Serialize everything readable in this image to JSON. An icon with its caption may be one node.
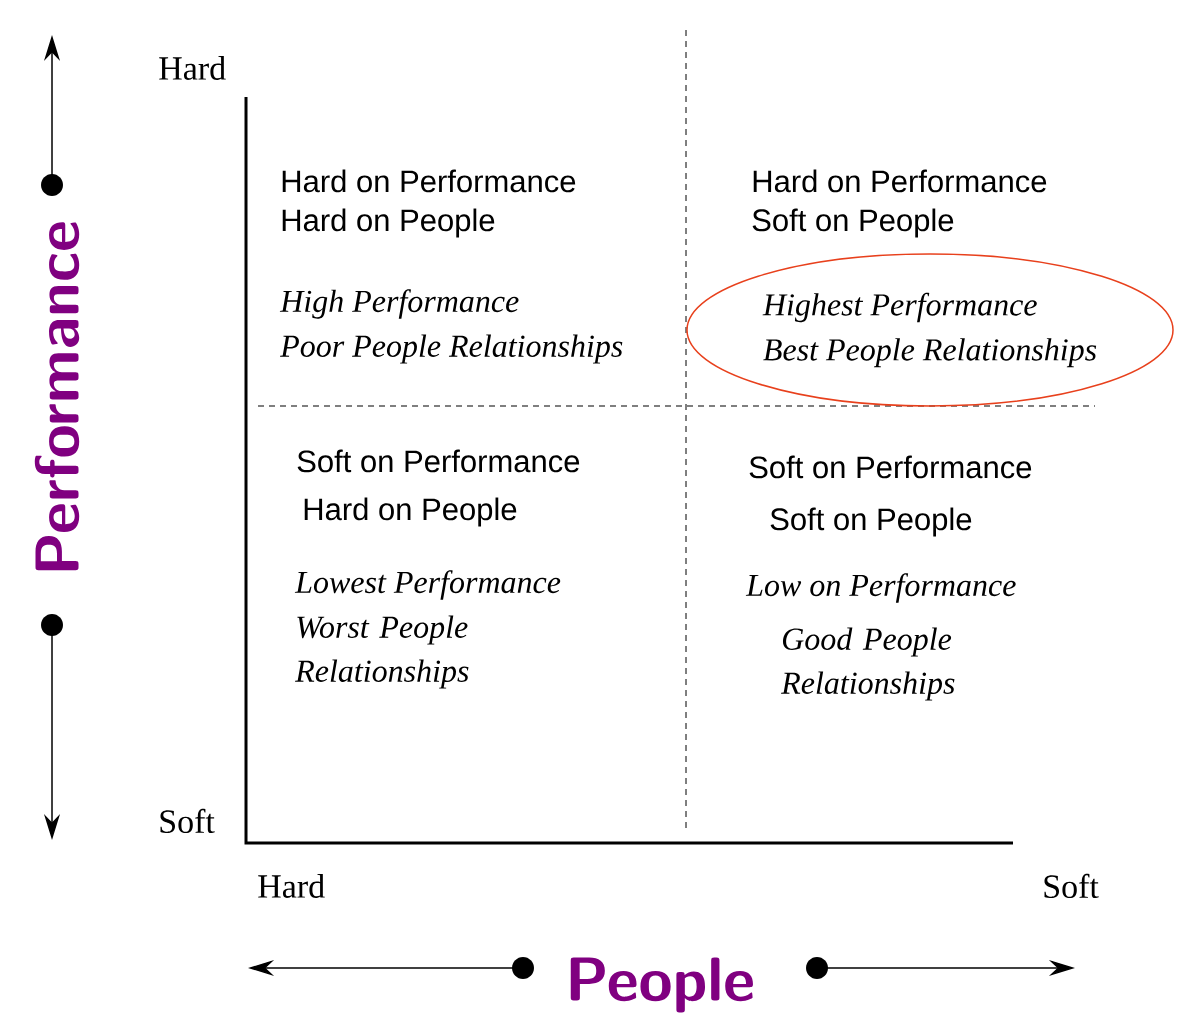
{
  "diagram": {
    "nodes": [
      {
        "text": [
          "Highest Performance",
          "Best People Relationships"
        ]
      }
    ],
    "labels": [
      "Hard",
      "Soft",
      "Hard",
      "Soft",
      "Performance",
      "People",
      "Hard on Performance",
      "Hard on People",
      "High Performance",
      "Poor People Relationships",
      "Hard on Performance",
      "Soft on People",
      "Soft on Performance",
      "Hard on People",
      "Lowest Performance",
      "Worst People Relationships",
      "Soft on Performance",
      "Soft on People",
      "Low on Performance",
      "Good People Relationships"
    ]
  }
}
